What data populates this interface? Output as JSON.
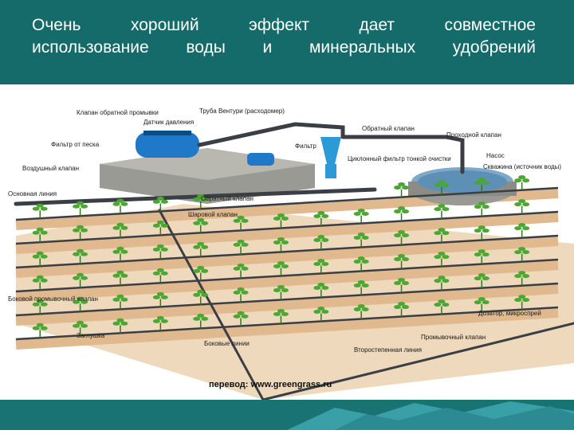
{
  "header": {
    "line1": "Очень хороший эффект дает совместное",
    "line2": "использование воды и минеральных удобрений"
  },
  "diagram": {
    "labels": {
      "flush_valve": "Клапан обратной промывки",
      "pressure_sensor": "Датчик давления",
      "venturi": "Труба Вентури (расходомер)",
      "sand_filter": "Фильтр от песка",
      "filter": "Фильтр",
      "check_valve_top": "Обратный клапан",
      "pass_valve": "Проходной клапан",
      "cyclone": "Циклонный фильтр тонкой очистки",
      "pump": "Насос",
      "well": "Скважина (источник воды)",
      "air_valve": "Воздушный клапан",
      "main_line": "Основная линия",
      "check_valve_bottom": "Обратный клапан",
      "ball_valve": "Шаровой клапан",
      "side_flush": "Боковой промывочный клапан",
      "dosing": "Дозатор, микроспрей",
      "plug": "Заглушка",
      "flush_valve2": "Промывочный клапан",
      "lateral": "Боковые линии",
      "secondary": "Второстепенная линия"
    },
    "credit": "перевод: www.greengrass.ru"
  },
  "colors": {
    "header_bg": "#156a6a",
    "footer_bg": "#1a7373",
    "soil": "#e8c9a3",
    "plant": "#4aa832",
    "pipe": "#3a3f45",
    "tank": "#1f78c8"
  }
}
